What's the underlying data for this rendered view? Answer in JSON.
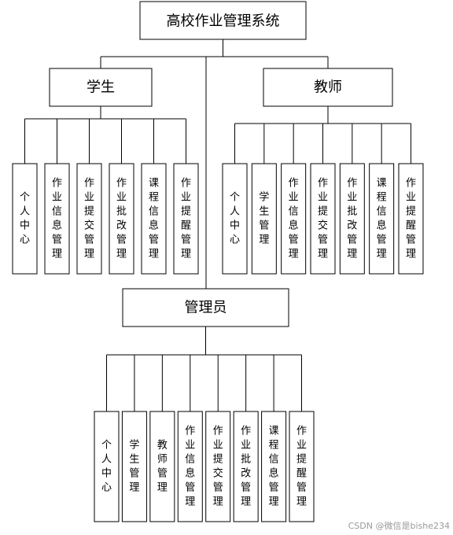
{
  "diagram": {
    "root": {
      "label": "高校作业管理系统"
    },
    "groups": [
      {
        "id": "student",
        "label": "学生",
        "children": [
          "个人中心",
          "作业信息管理",
          "作业提交管理",
          "作业批改管理",
          "课程信息管理",
          "作业提醒管理"
        ]
      },
      {
        "id": "teacher",
        "label": "教师",
        "children": [
          "个人中心",
          "学生管理",
          "作业信息管理",
          "作业提交管理",
          "作业批改管理",
          "课程信息管理",
          "作业提醒管理"
        ]
      },
      {
        "id": "admin",
        "label": "管理员",
        "children": [
          "个人中心",
          "学生管理",
          "教师管理",
          "作业信息管理",
          "作业提交管理",
          "作业批改管理",
          "课程信息管理",
          "作业提醒管理"
        ]
      }
    ]
  },
  "watermark": "CSDN @微信是bishe234"
}
